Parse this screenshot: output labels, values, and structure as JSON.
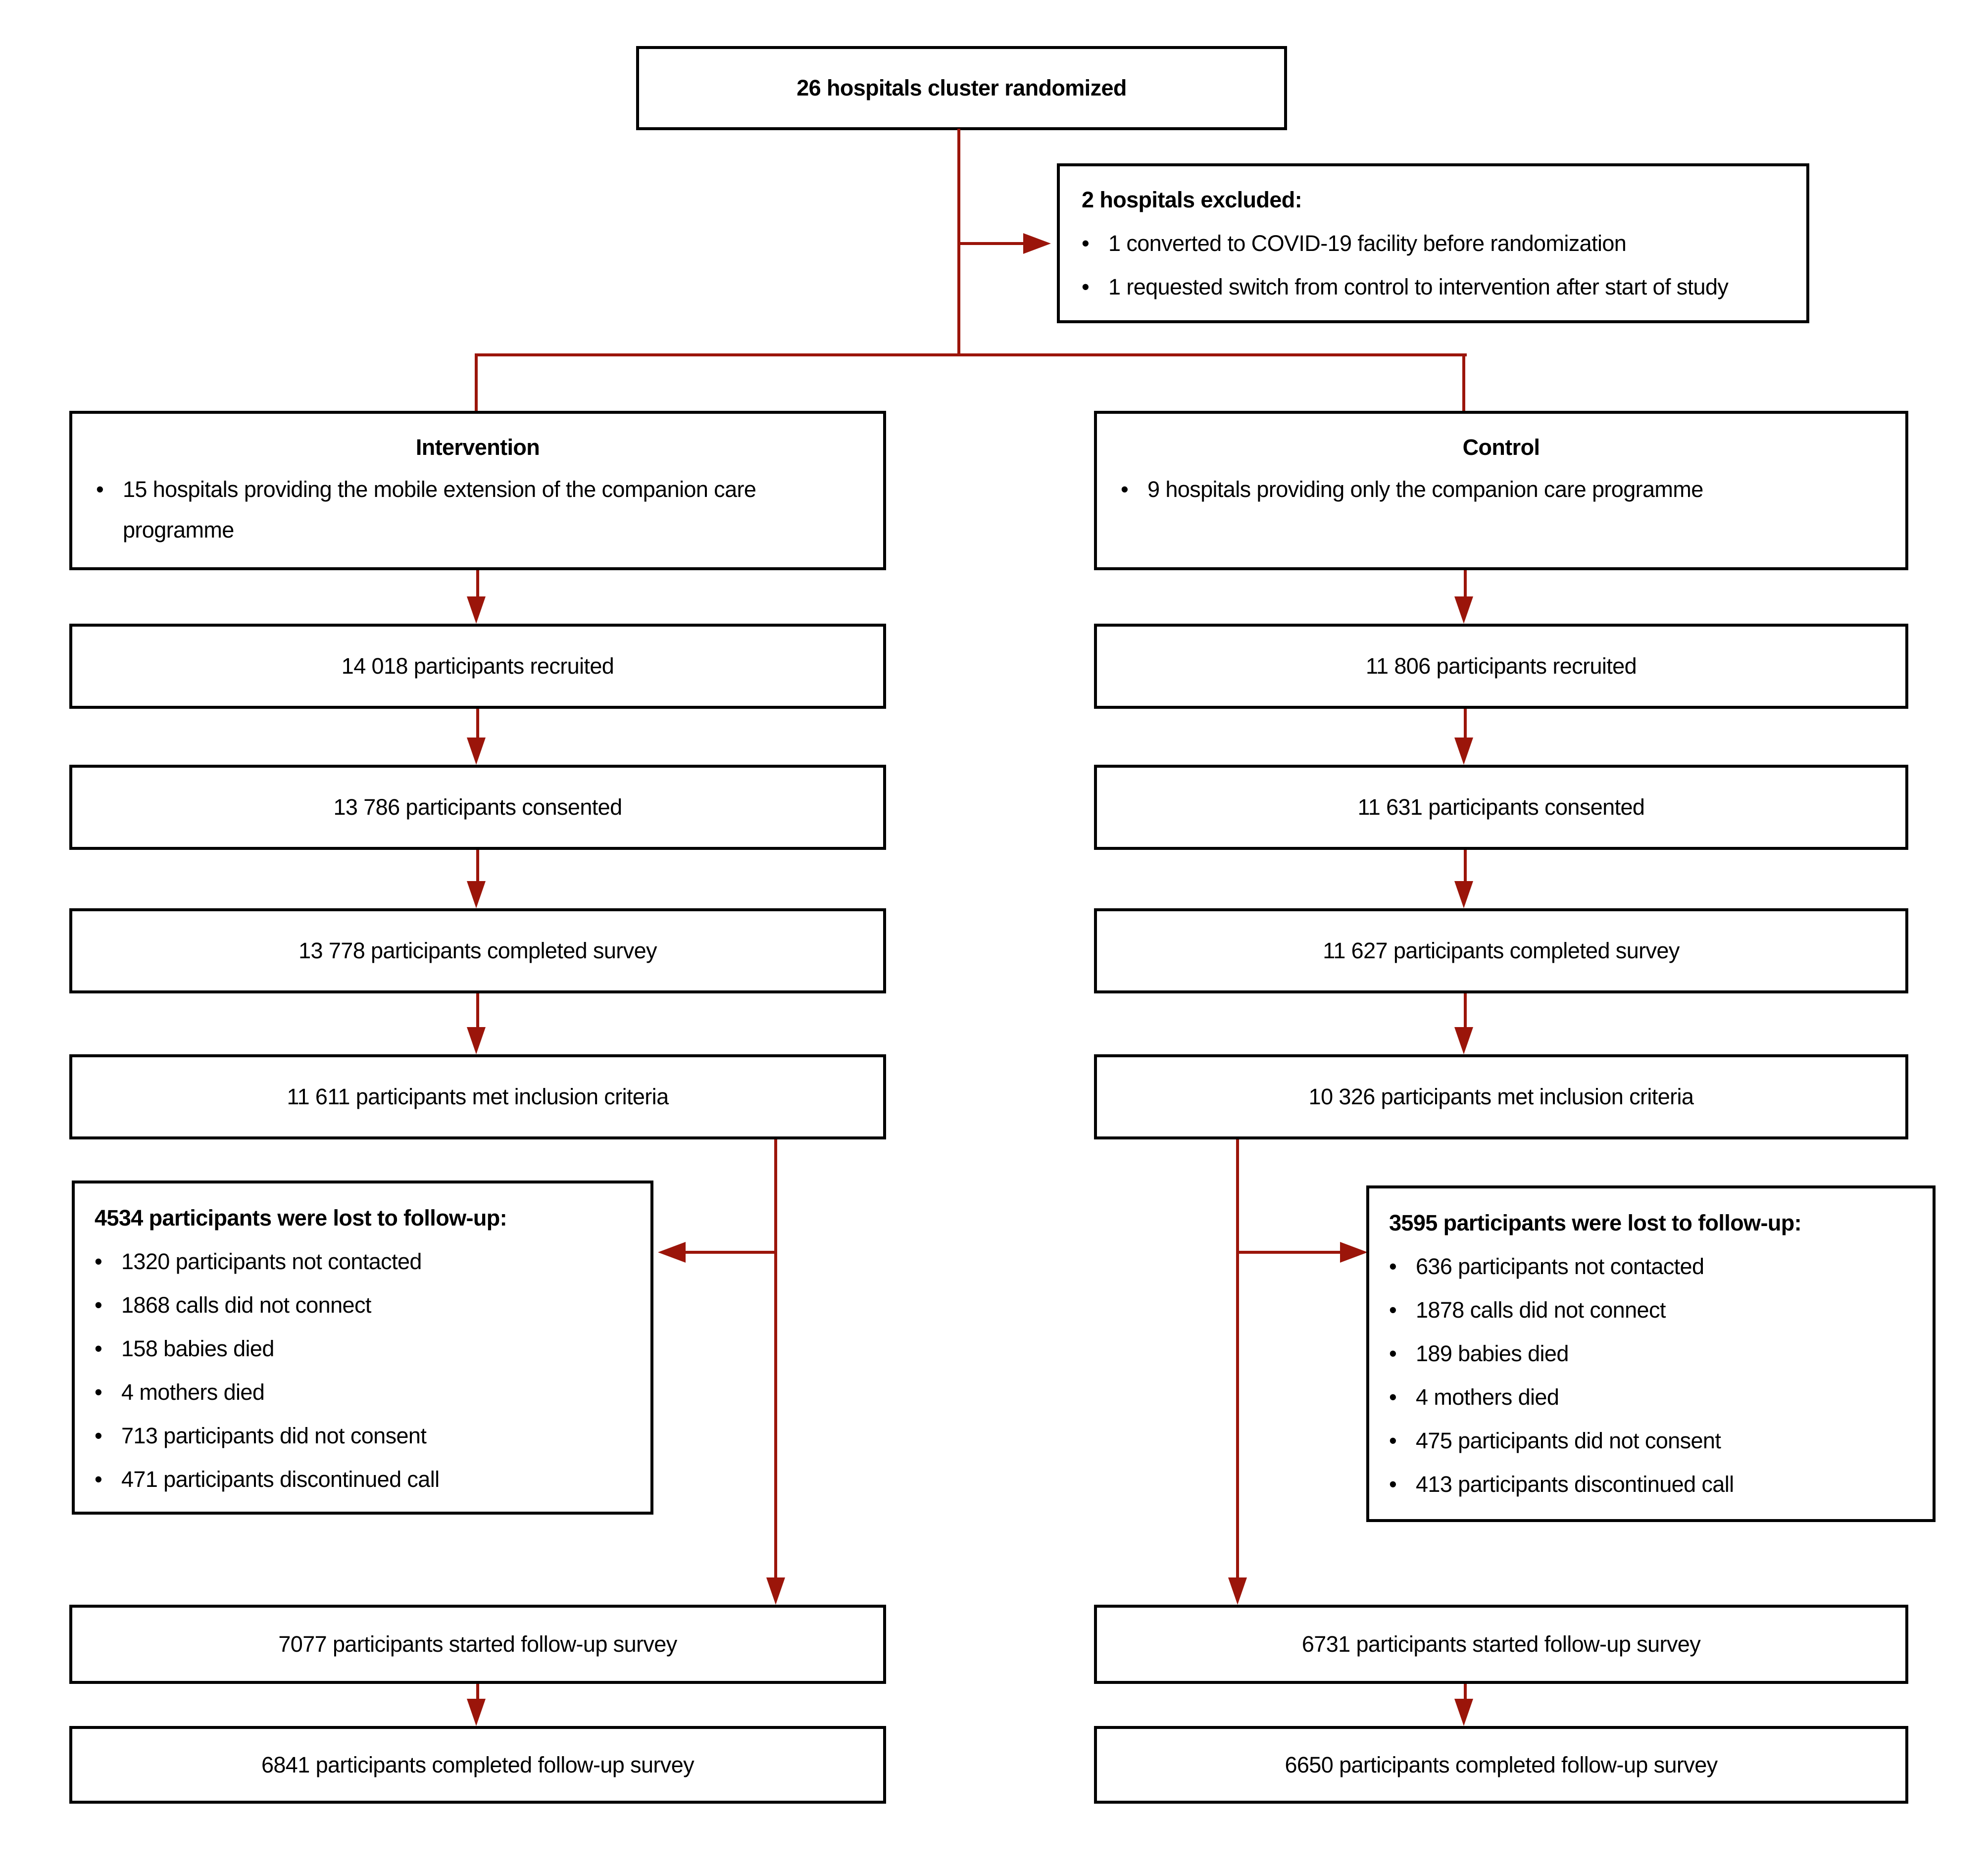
{
  "colors": {
    "connector": "#9B150A",
    "border": "#000000",
    "background": "#FFFFFF",
    "text": "#000000"
  },
  "fc": {
    "top": "26 hospitals cluster randomized",
    "excluded": {
      "title": "2 hospitals excluded:",
      "bullets": [
        "1 converted to COVID-19 facility before randomization",
        "1 requested switch from control to intervention after start of study"
      ]
    },
    "intervention": {
      "title": "Intervention",
      "bullets": [
        "15 hospitals providing the mobile extension of the companion care programme"
      ],
      "steps": [
        "14 018 participants recruited",
        "13 786 participants consented",
        "13 778 participants completed survey",
        "11 611 participants met inclusion criteria"
      ],
      "lost": {
        "title": "4534 participants were lost to follow-up:",
        "bullets": [
          "1320 participants not contacted",
          "1868 calls did not connect",
          "158 babies died",
          "4 mothers died",
          "713 participants did not consent",
          "471 participants discontinued call"
        ]
      },
      "followup": [
        "7077 participants started follow-up survey",
        "6841 participants completed follow-up survey"
      ]
    },
    "control": {
      "title": "Control",
      "bullets": [
        "9 hospitals providing only the companion care programme"
      ],
      "steps": [
        "11 806 participants recruited",
        "11 631 participants consented",
        "11 627 participants completed survey",
        "10 326 participants met inclusion criteria"
      ],
      "lost": {
        "title": "3595 participants were lost to follow-up:",
        "bullets": [
          "636 participants not contacted",
          "1878 calls did not connect",
          "189 babies died",
          "4 mothers died",
          "475 participants did not consent",
          "413 participants discontinued call"
        ]
      },
      "followup": [
        "6731 participants started follow-up survey",
        "6650 participants completed follow-up survey"
      ]
    }
  }
}
